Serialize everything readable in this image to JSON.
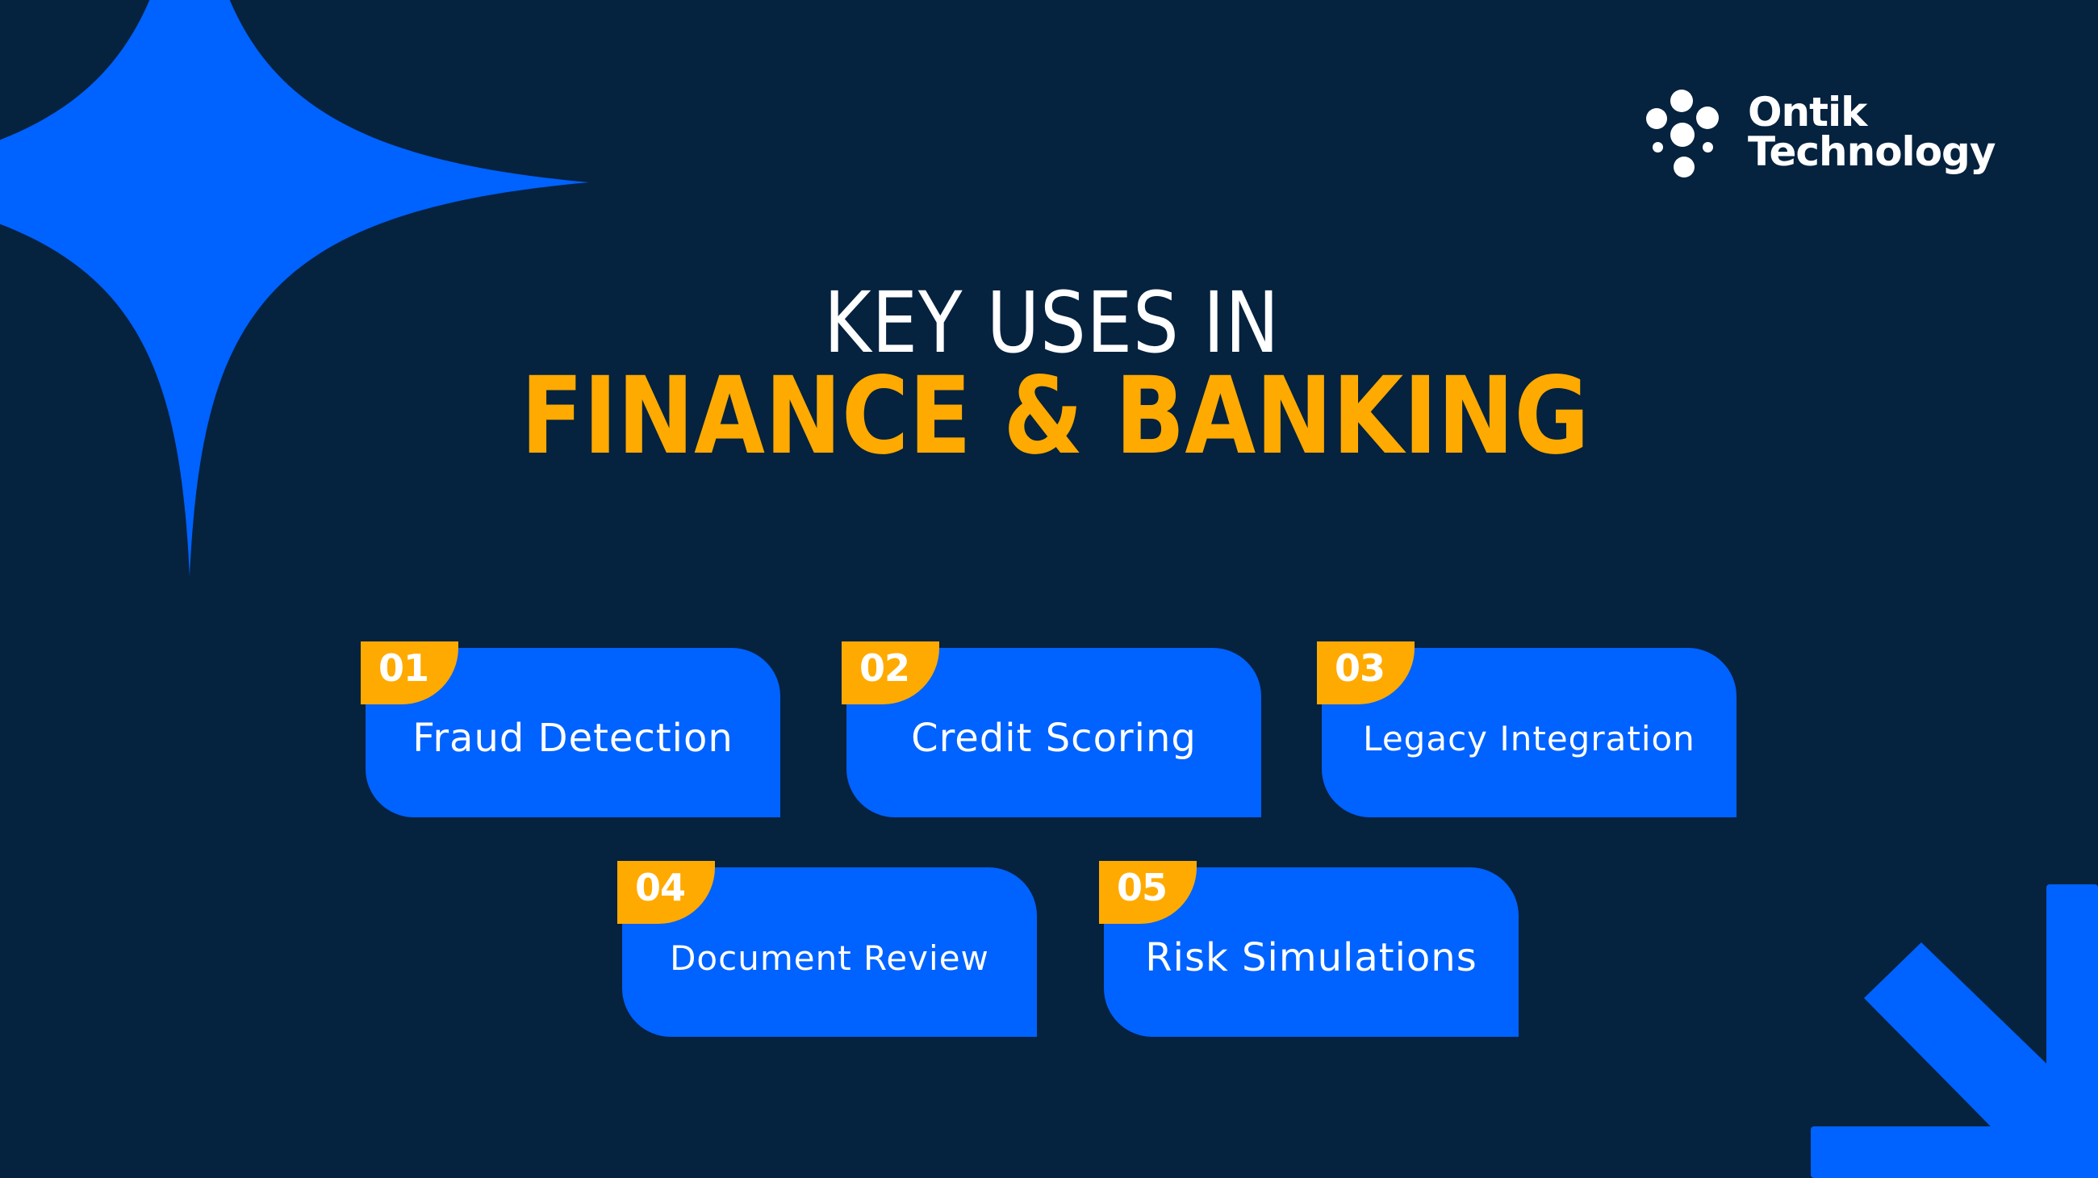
{
  "brand": {
    "name_line1": "Ontik",
    "name_line2": "Technology",
    "logo_icon": "dots-cluster-icon"
  },
  "heading": {
    "line1": "KEY USES IN",
    "line2": "FINANCE & BANKING"
  },
  "colors": {
    "background": "#05223f",
    "card_blue": "#0062ff",
    "accent_orange": "#ffaa00",
    "text_white": "#ffffff"
  },
  "uses": [
    {
      "number": "01",
      "label": "Fraud Detection"
    },
    {
      "number": "02",
      "label": "Credit Scoring"
    },
    {
      "number": "03",
      "label": "Legacy Integration"
    },
    {
      "number": "04",
      "label": "Document Review"
    },
    {
      "number": "05",
      "label": "Risk Simulations"
    }
  ],
  "decorations": {
    "top_left": "four-point-star-icon",
    "bottom_right": "arrow-down-right-icon"
  }
}
